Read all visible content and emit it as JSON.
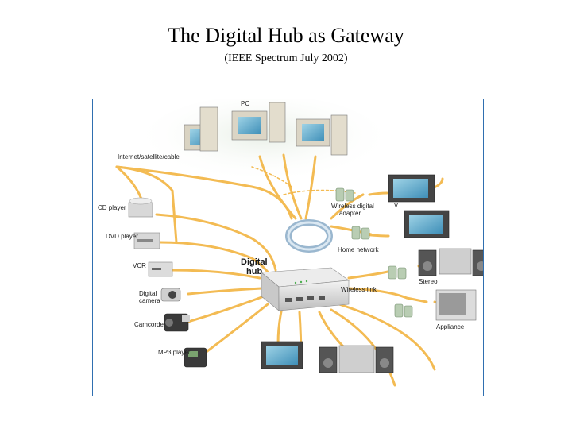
{
  "header": {
    "title": "The Digital Hub as Gateway",
    "subtitle": "(IEEE Spectrum July 2002)"
  },
  "diagram": {
    "labels": {
      "pc": "PC",
      "internet": "Internet/satellite/cable",
      "cd_player": "CD player",
      "dvd_player": "DVD player",
      "vcr": "VCR",
      "digital_camera_line1": "Digital",
      "digital_camera_line2": "camera",
      "camcorder": "Camcorder",
      "mp3_player": "MP3 player",
      "digital_hub_line1": "Digital",
      "digital_hub_line2": "hub",
      "home_network": "Home network",
      "wireless_link": "Wireless link",
      "wireless_adapter_line1": "Wireless digital",
      "wireless_adapter_line2": "adapter",
      "tv": "TV",
      "stereo": "Stereo",
      "appliance": "Appliance"
    },
    "colors": {
      "connection": "#f2b441",
      "frame": "#2f6fb0"
    }
  }
}
